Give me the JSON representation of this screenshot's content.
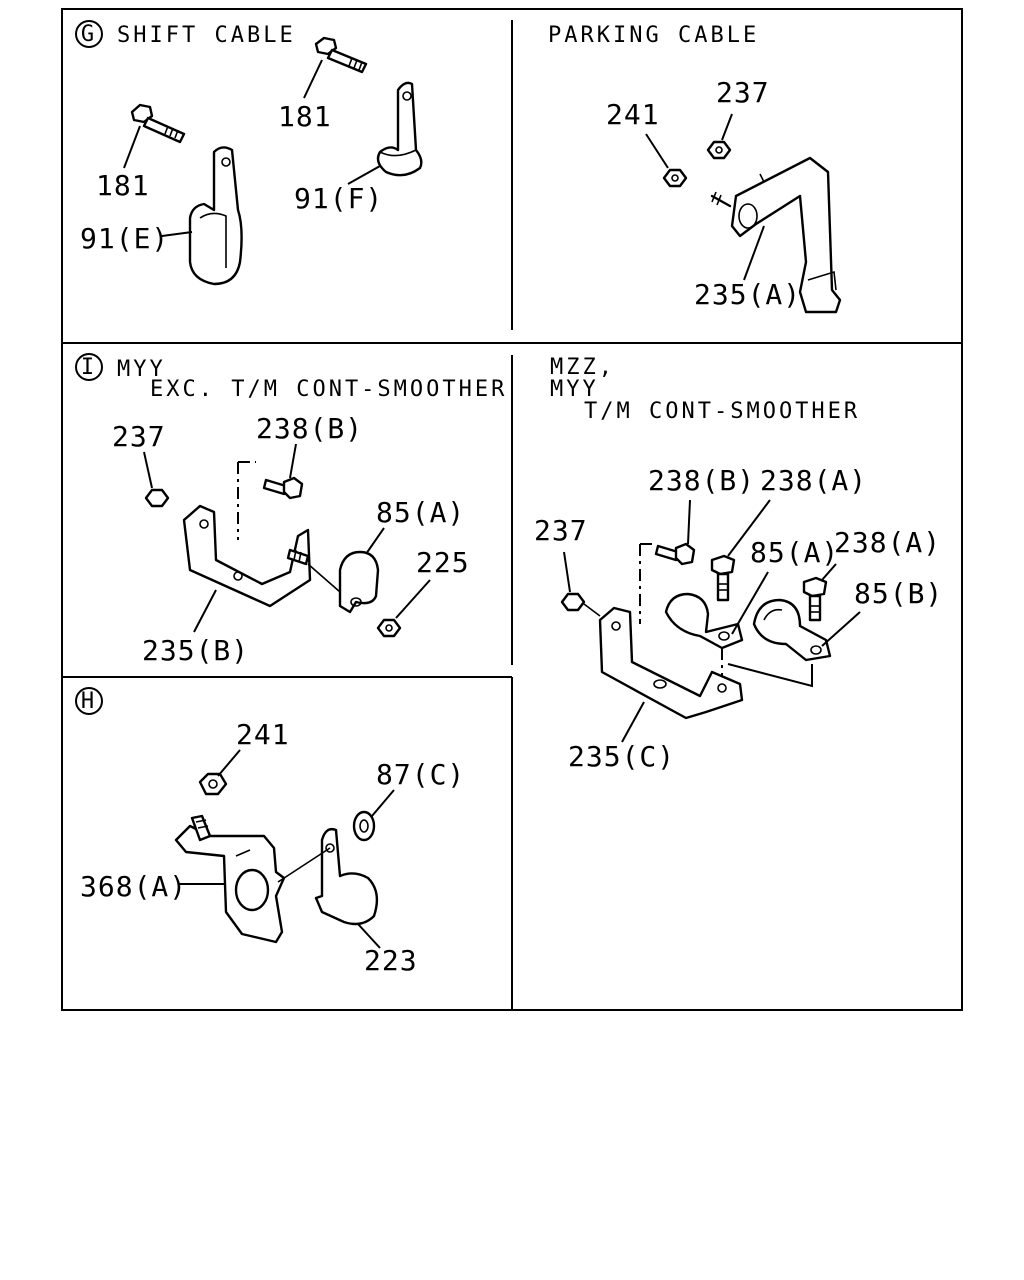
{
  "panels": {
    "g": {
      "badge": "G",
      "title": "SHIFT CABLE",
      "callouts": [
        "181",
        "181",
        "91(F)",
        "91(E)"
      ]
    },
    "parking": {
      "title": "PARKING CABLE",
      "callouts": [
        "237",
        "241",
        "235(A)"
      ]
    },
    "i": {
      "badge": "I",
      "title_line1": "MYY",
      "title_line2": "EXC. T/M CONT-SMOOTHER",
      "callouts": [
        "237",
        "238(B)",
        "85(A)",
        "225",
        "235(B)"
      ]
    },
    "mzz": {
      "title_line1": "MZZ,",
      "title_line2": "MYY",
      "title_line3": "T/M CONT-SMOOTHER",
      "callouts": [
        "238(B)",
        "238(A)",
        "237",
        "85(A)",
        "238(A)",
        "85(B)",
        "235(C)"
      ]
    },
    "h": {
      "badge": "H",
      "callouts": [
        "241",
        "87(C)",
        "368(A)",
        "223"
      ]
    }
  }
}
